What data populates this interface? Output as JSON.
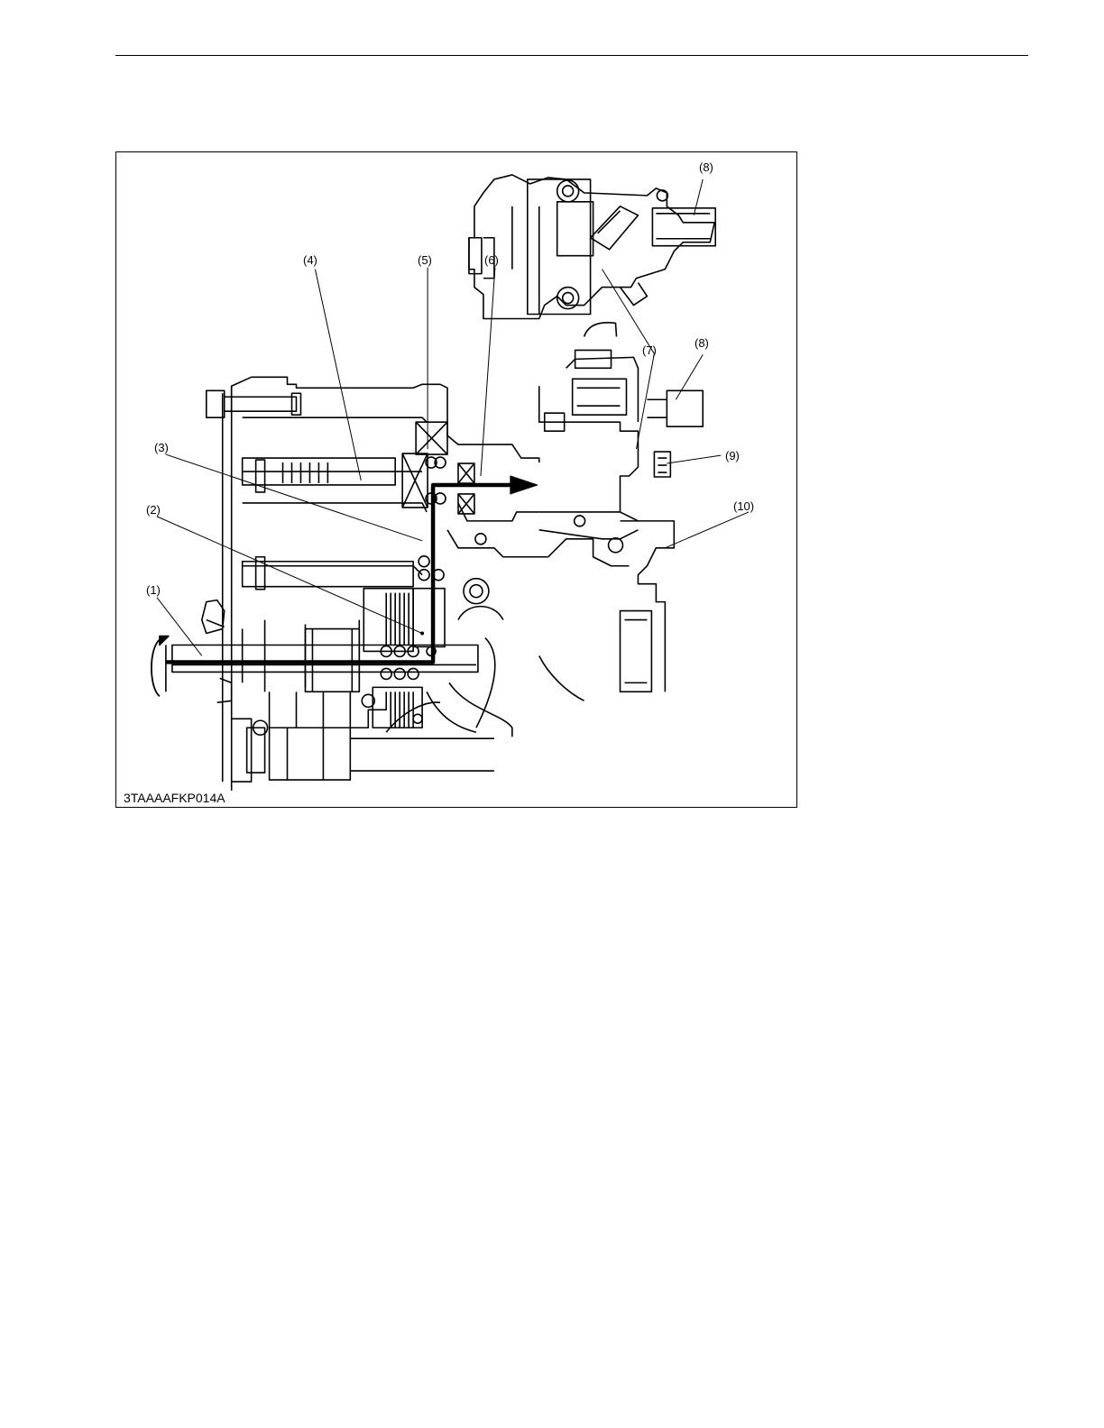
{
  "figure": {
    "code": "3TAAAAFKP014A",
    "callouts": [
      "(1)",
      "(2)",
      "(3)",
      "(4)",
      "(5)",
      "(6)",
      "(7)",
      "(8)",
      "(8)",
      "(9)",
      "(10)"
    ]
  }
}
